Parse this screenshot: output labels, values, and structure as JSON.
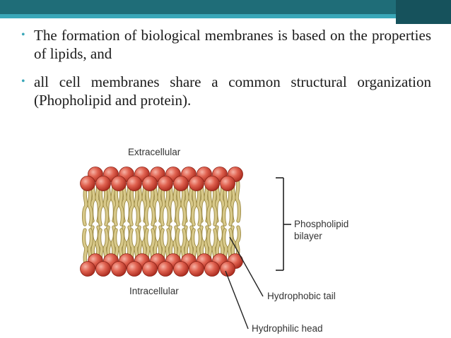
{
  "slide": {
    "bullets": [
      "The formation of biological membranes is based on the properties of lipids, and",
      "all cell membranes share a common structural organization (Phopholipid and protein)."
    ]
  },
  "figure": {
    "label_extracellular": "Extracellular",
    "label_intracellular": "Intracellular",
    "label_bilayer_line1": "Phospholipid",
    "label_bilayer_line2": "bilayer",
    "label_tail": "Hydrophobic tail",
    "label_head": "Hydrophilic head",
    "colors": {
      "head": "#d9493a",
      "tail": "#d8c98a",
      "accent": "#3aa7b8",
      "topbar": "#1f6d78"
    }
  }
}
